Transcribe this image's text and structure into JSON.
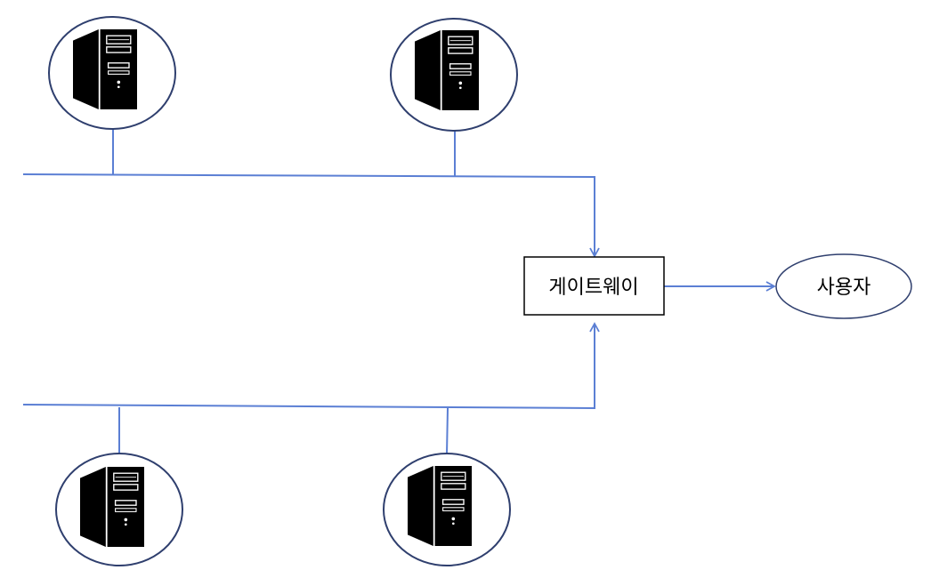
{
  "diagram": {
    "gateway": {
      "label": "게이트웨이"
    },
    "user": {
      "label": "사용자"
    },
    "servers": [
      {
        "id": "server-top-left",
        "icon": "server-tower-icon"
      },
      {
        "id": "server-top-right",
        "icon": "server-tower-icon"
      },
      {
        "id": "server-bottom-left",
        "icon": "server-tower-icon"
      },
      {
        "id": "server-bottom-right",
        "icon": "server-tower-icon"
      }
    ],
    "colors": {
      "connector": "#5b7fd4",
      "outline": "#2f3f6e",
      "box_border": "#000000",
      "icon": "#000000"
    }
  }
}
